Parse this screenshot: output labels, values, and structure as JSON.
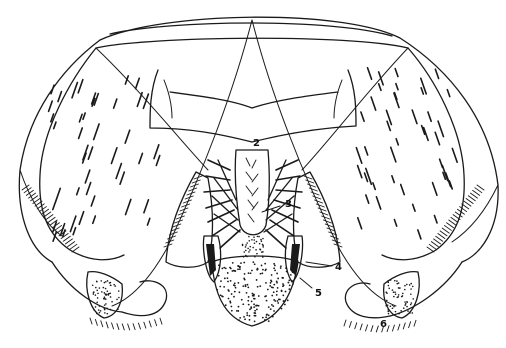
{
  "figure": {
    "labels": [
      {
        "id": "label-2",
        "text": "2"
      },
      {
        "id": "label-3",
        "text": "3"
      },
      {
        "id": "label-4",
        "text": "4"
      },
      {
        "id": "label-5",
        "text": "5"
      },
      {
        "id": "label-6",
        "text": "6"
      }
    ],
    "colors": {
      "ink": "#1a1a1a",
      "paper": "#ffffff"
    }
  }
}
